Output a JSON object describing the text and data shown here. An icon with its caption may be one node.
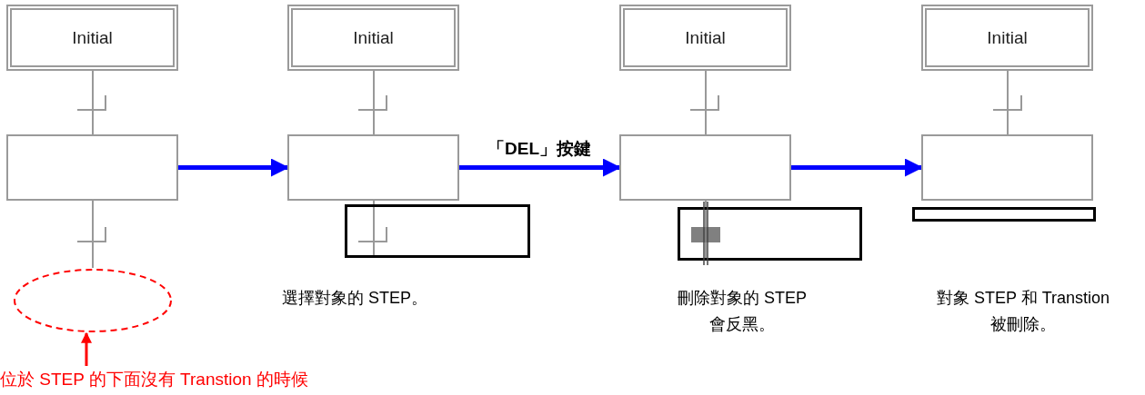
{
  "diagram": {
    "nodes": [
      {
        "text": [
          "Initial"
        ]
      },
      {
        "text": [],
        "shape": "box"
      },
      {
        "text": [],
        "shape": "ellipse"
      },
      {
        "text": [
          "位於 STEP 的下面沒有 Transtion 的時候"
        ]
      },
      {
        "text": [
          "Initial"
        ]
      },
      {
        "text": [],
        "shape": "box"
      },
      {
        "text": [],
        "shape": "box"
      },
      {
        "text": [
          "Initial"
        ]
      },
      {
        "text": [],
        "shape": "box"
      },
      {
        "text": [],
        "shape": "box"
      },
      {
        "text": [
          "Initial"
        ]
      },
      {
        "text": [],
        "shape": "box"
      },
      {
        "text": [],
        "shape": "box"
      }
    ],
    "edges": [
      {
        "from": 0,
        "to": 1,
        "arrow": "none"
      },
      {
        "from": 1,
        "to": 2,
        "arrow": "none"
      },
      {
        "from": 3,
        "to": 2,
        "arrow": "to",
        "color": "#ff0000"
      },
      {
        "from": 1,
        "to": 5,
        "arrow": "to",
        "style": "thick",
        "color": "#0000ff"
      },
      {
        "from": 4,
        "to": 5,
        "arrow": "none"
      },
      {
        "from": 5,
        "to": 6,
        "arrow": "none"
      },
      {
        "from": 5,
        "to": 8,
        "arrow": "to",
        "style": "thick",
        "color": "#0000ff",
        "label": "「DEL」按鍵"
      },
      {
        "from": 7,
        "to": 8,
        "arrow": "none"
      },
      {
        "from": 8,
        "to": 9,
        "arrow": "none"
      },
      {
        "from": 8,
        "to": 11,
        "arrow": "to",
        "style": "thick",
        "color": "#0000ff"
      },
      {
        "from": 10,
        "to": 11,
        "arrow": "none"
      }
    ],
    "labels": [
      "選擇對象的 STEP。",
      "刪除對象的 STEP 會反黑。",
      "對象 STEP 和 Transtion 被刪除。"
    ]
  }
}
